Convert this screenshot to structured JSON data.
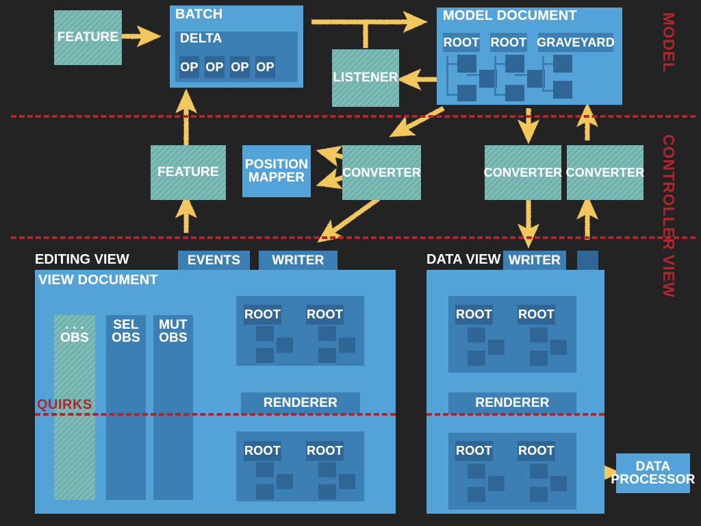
{
  "diagram": {
    "background_color": "#232323",
    "accent_colors": {
      "teal_hatched": "#6fb2ad",
      "blue_light": "#53a3d9",
      "blue_mid": "#3b7fb5",
      "blue_dark": "#2f6696",
      "arrow_yellow": "#f2c75c",
      "section_red": "#b0262c",
      "text_white": "#ffffff"
    }
  },
  "sections": [
    {
      "name": "model",
      "label": "MODEL"
    },
    {
      "name": "controller",
      "label": "CONTROLLER"
    },
    {
      "name": "view",
      "label": "VIEW"
    }
  ],
  "model": {
    "feature": {
      "label": "FEATURE"
    },
    "batch": {
      "label": "BATCH",
      "delta": {
        "label": "DELTA",
        "ops": [
          "OP",
          "OP",
          "OP",
          "OP"
        ]
      }
    },
    "listener": {
      "label": "LISTENER"
    },
    "model_document": {
      "label": "MODEL DOCUMENT",
      "trees": [
        {
          "label": "ROOT"
        },
        {
          "label": "ROOT"
        },
        {
          "label": "GRAVEYARD"
        }
      ]
    }
  },
  "controller": {
    "feature": {
      "label": "FEATURE"
    },
    "position_mapper": {
      "label": "POSITION\nMAPPER"
    },
    "converters": [
      {
        "label": "CONVERTER"
      },
      {
        "label": "CONVERTER"
      },
      {
        "label": "CONVERTER"
      }
    ]
  },
  "view": {
    "editing_view": {
      "label": "EDITING VIEW",
      "events": {
        "label": "EVENTS"
      },
      "writer": {
        "label": "WRITER"
      },
      "view_document": {
        "label": "VIEW DOCUMENT"
      },
      "observers": [
        {
          "label": ". . .\nOBS",
          "style": "teal"
        },
        {
          "label": "SEL\nOBS",
          "style": "blue-dark"
        },
        {
          "label": "MUT\nOBS",
          "style": "blue-dark"
        }
      ],
      "trees_top": [
        {
          "label": "ROOT"
        },
        {
          "label": "ROOT"
        }
      ],
      "renderer": {
        "label": "RENDERER"
      },
      "trees_bottom": [
        {
          "label": "ROOT"
        },
        {
          "label": "ROOT"
        }
      ],
      "quirks": {
        "label": "QUIRKS"
      }
    },
    "data_view": {
      "label": "DATA VIEW",
      "writer": {
        "label": "WRITER"
      },
      "extra_box": {
        "label": ""
      },
      "trees_top": [
        {
          "label": "ROOT"
        },
        {
          "label": "ROOT"
        }
      ],
      "renderer": {
        "label": "RENDERER"
      },
      "trees_bottom": [
        {
          "label": "ROOT"
        },
        {
          "label": "ROOT"
        }
      ]
    },
    "data_processor": {
      "label": "DATA\nPROCESSOR"
    }
  }
}
